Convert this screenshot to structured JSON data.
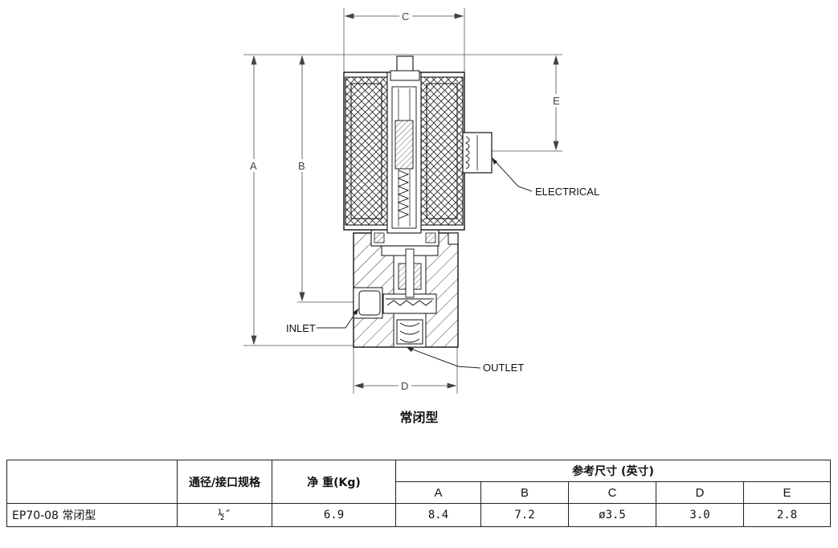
{
  "drawing": {
    "dim_labels": {
      "A": "A",
      "B": "B",
      "C": "C",
      "D": "D",
      "E": "E"
    },
    "callouts": {
      "electrical": "ELECTRICAL",
      "inlet": "INLET",
      "outlet": "OUTLET"
    }
  },
  "caption": "常闭型",
  "table": {
    "header_port": "通径/接口规格",
    "header_weight": "净 重(Kg)",
    "header_ref": "参考尺寸 (英寸)",
    "dim_columns": [
      "A",
      "B",
      "C",
      "D",
      "E"
    ],
    "row": {
      "model": "EP70-08 常闭型",
      "port": "½″",
      "weight": "6.9",
      "A": "8.4",
      "B": "7.2",
      "C": "ø3.5",
      "D": "3.0",
      "E": "2.8"
    }
  }
}
